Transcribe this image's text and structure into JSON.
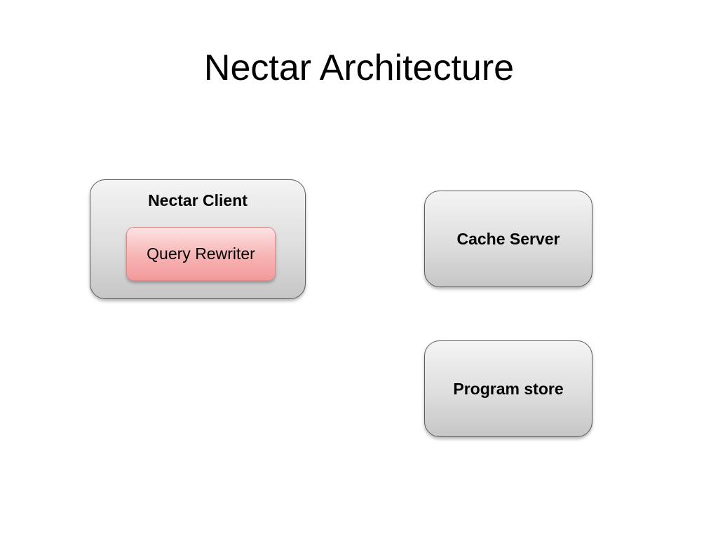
{
  "slide": {
    "title": "Nectar Architecture"
  },
  "diagram": {
    "client": {
      "label": "Nectar Client",
      "component": {
        "label": "Query Rewriter"
      }
    },
    "cache_server": {
      "label": "Cache Server"
    },
    "program_store": {
      "label": "Program store"
    }
  },
  "colors": {
    "box_fill": "#dedede",
    "box_border": "#5a5a5a",
    "rewriter_fill": "#f8b3b3",
    "rewriter_border": "#d98c8c"
  }
}
